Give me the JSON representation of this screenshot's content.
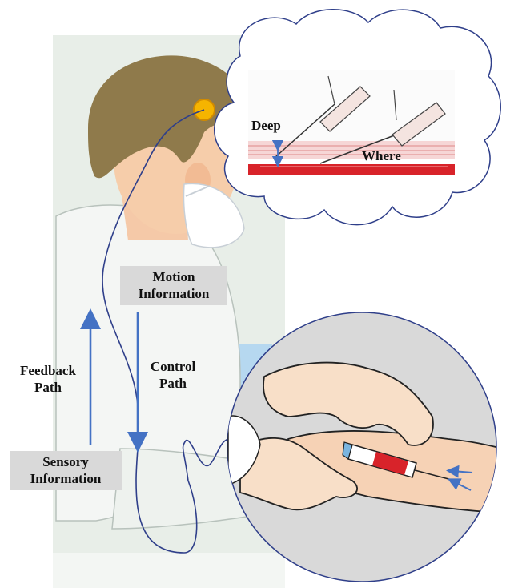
{
  "labels": {
    "motion_line1": "Motion",
    "motion_line2": "Information",
    "sensory_line1": "Sensory",
    "sensory_line2": "Information",
    "feedback_line1": "Feedback",
    "feedback_line2": "Path",
    "control_line1": "Control",
    "control_line2": "Path",
    "deep": "Deep",
    "where": "Where"
  },
  "colors": {
    "arrow": "#4472c4",
    "nerve_line": "#2f3f8a",
    "brain_dot": "#f5b400",
    "label_box": "#d9d9d9"
  }
}
